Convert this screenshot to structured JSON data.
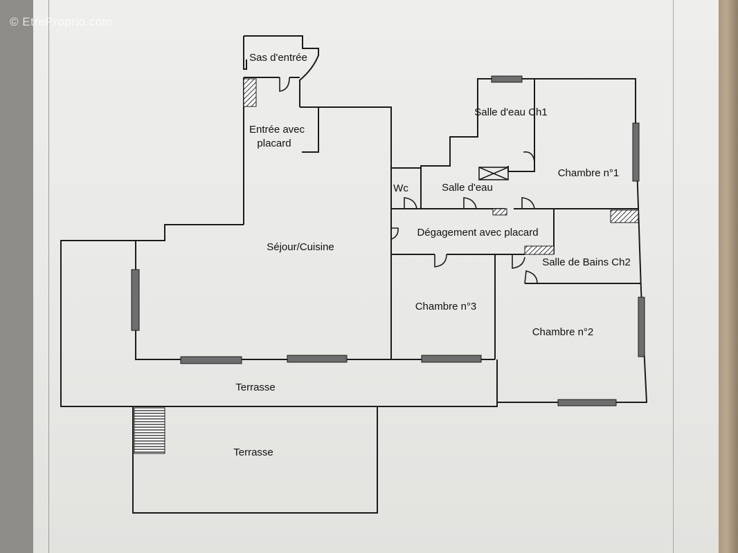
{
  "watermark": "© EtreProprio.com",
  "rooms": {
    "sas": "Sas d'entrée",
    "entree_line1": "Entrée avec",
    "entree_line2": "placard",
    "sejour": "Séjour/Cuisine",
    "salle_eau_ch1": "Salle d'eau Ch1",
    "chambre1": "Chambre n°1",
    "wc": "Wc",
    "salle_eau": "Salle d'eau",
    "degagement": "Dégagement avec placard",
    "salle_bains_ch2": "Salle de Bains Ch2",
    "chambre3": "Chambre n°3",
    "chambre2": "Chambre n°2",
    "terrasse_upper": "Terrasse",
    "terrasse_lower": "Terrasse"
  }
}
